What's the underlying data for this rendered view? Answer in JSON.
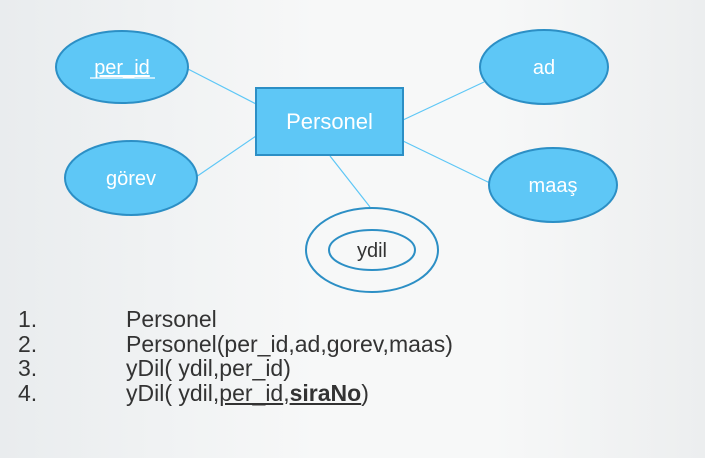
{
  "diagram": {
    "entity": "Personel",
    "attributes": {
      "per_id": "per_id",
      "ad": "ad",
      "gorev": "görev",
      "maas": "maaş",
      "ydil": "ydil"
    }
  },
  "list": [
    {
      "num": "1.",
      "text": "Personel"
    },
    {
      "num": "2.",
      "text": "Personel(per_id,ad,gorev,maas)"
    },
    {
      "num": "3.",
      "text": "yDil( ydil,per_id)"
    },
    {
      "num": "4.",
      "text_pre": "yDil( ydil,",
      "text_key": "per_id",
      "text_comma": ",",
      "text_bold": "siraNo",
      "text_post": ")"
    }
  ],
  "colors": {
    "fill": "#5ec7f6",
    "stroke": "#2c8fc5",
    "line": "#5ec7f6",
    "text": "#333333"
  }
}
